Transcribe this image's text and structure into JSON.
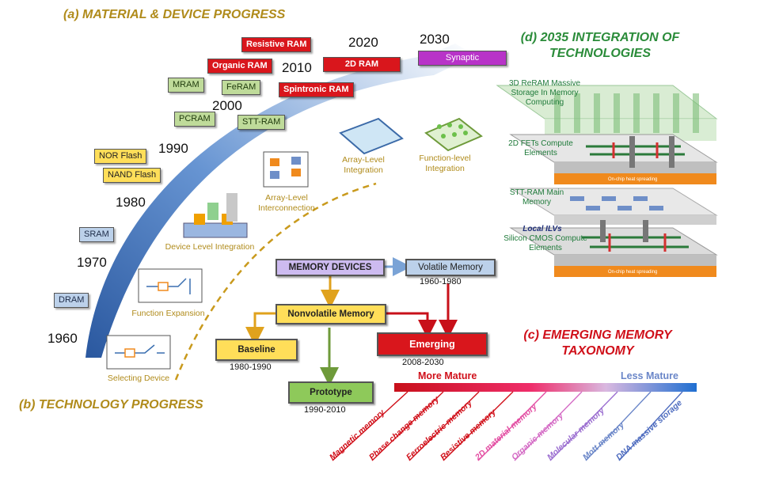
{
  "sections": {
    "a": "(a) MATERIAL & DEVICE PROGRESS",
    "b": "(b) TECHNOLOGY PROGRESS",
    "c": "(c) EMERGING MEMORY TAXONOMY",
    "d": "(d) 2035 INTEGRATION OF TECHNOLOGIES"
  },
  "years": [
    "1960",
    "1970",
    "1980",
    "1990",
    "2000",
    "2010",
    "2020",
    "2030"
  ],
  "devices": {
    "dram": "DRAM",
    "sram": "SRAM",
    "nand": "NAND Flash",
    "nor": "NOR Flash",
    "pcram": "PCRAM",
    "stt": "STT-RAM",
    "mram": "MRAM",
    "feram": "FeRAM",
    "organic": "Organic RAM",
    "resistive": "Resistive RAM",
    "spintronic": "Spintronic RAM",
    "twod": "2D RAM",
    "synaptic": "Synaptic"
  },
  "tech": {
    "selecting": "Selecting Device",
    "function_exp": "Function Expansion",
    "device_level": "Device Level Integration",
    "array_interconnect": "Array-Level Interconnection",
    "array_integration": "Array-Level Integration",
    "function_integration": "Function-level Integration"
  },
  "taxonomy": {
    "memory_devices": "MEMORY DEVICES",
    "volatile": "Volatile Memory",
    "volatile_years": "1960-1980",
    "nonvolatile": "Nonvolatile Memory",
    "baseline": "Baseline",
    "baseline_years": "1980-1990",
    "prototype": "Prototype",
    "prototype_years": "1990-2010",
    "emerging": "Emerging",
    "emerging_years": "2008-2030"
  },
  "maturity": {
    "more": "More Mature",
    "less": "Less Mature"
  },
  "emerging_list": [
    {
      "label": "Magnetic memory",
      "color": "#d0101a"
    },
    {
      "label": "Phase change memory",
      "color": "#d0101a"
    },
    {
      "label": "Ferroelectric memory",
      "color": "#d0101a"
    },
    {
      "label": "Resistive memory",
      "color": "#d0101a"
    },
    {
      "label": "2D material memory",
      "color": "#e34fa3"
    },
    {
      "label": "Organic memory",
      "color": "#d46bc5"
    },
    {
      "label": "Molecular memory",
      "color": "#9b6ed0"
    },
    {
      "label": "Mott memory",
      "color": "#6a86c8"
    },
    {
      "label": "DNA massive storage",
      "color": "#4e6cbf"
    }
  ],
  "stack": {
    "reram": "3D ReRAM Massive Storage In Memory Computing",
    "fets": "2D FETs Compute Elements",
    "stt": "STT-RAM Main Memory",
    "ilv": "Local ILVs",
    "cmos": "Silicon CMOS Compute Elements",
    "heat": "On-chip heat spreading"
  }
}
